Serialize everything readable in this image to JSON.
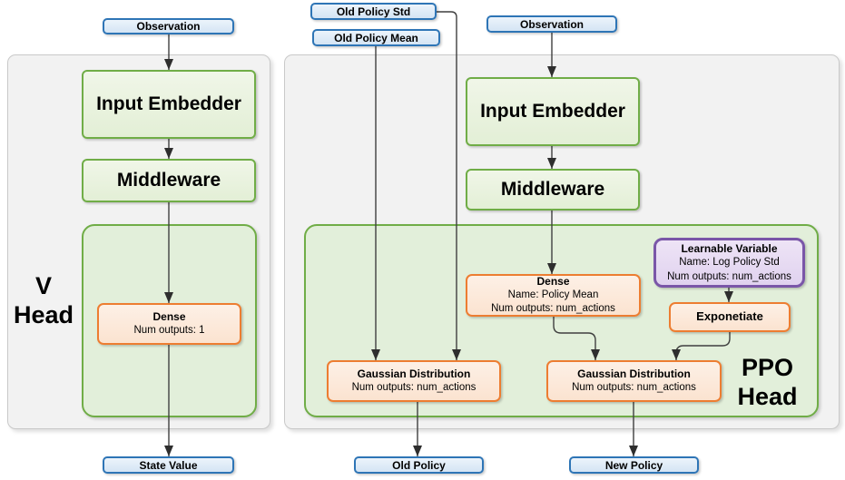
{
  "colors": {
    "blue_border": "#2E75B6",
    "blue_fill": "#DEEBF7",
    "green_border": "#70AD47",
    "green_fill": "#E2EFDA",
    "orange_border": "#ED7D31",
    "orange_fill": "#FBE5D6",
    "purple_border": "#7A56A8",
    "purple_fill": "#E6DAF2",
    "panel_fill": "#F2F2F2",
    "line_color": "#3F3F3F"
  },
  "v_head": {
    "label_line1": "V",
    "label_line2": "Head",
    "observation": "Observation",
    "input_embedder": "Input Embedder",
    "middleware": "Middleware",
    "dense": {
      "title": "Dense",
      "outputs": "Num outputs: 1"
    },
    "output": "State Value"
  },
  "ppo_head": {
    "label_line1": "PPO",
    "label_line2": "Head",
    "inputs": {
      "old_policy_std": "Old Policy Std",
      "old_policy_mean": "Old Policy Mean",
      "observation": "Observation"
    },
    "input_embedder": "Input Embedder",
    "middleware": "Middleware",
    "dense": {
      "title": "Dense",
      "name": "Name: Policy Mean",
      "outputs": "Num outputs: num_actions"
    },
    "learnable_variable": {
      "title": "Learnable Variable",
      "name": "Name: Log Policy Std",
      "outputs": "Num outputs: num_actions"
    },
    "exponetiate": "Exponetiate",
    "gaussian_old": {
      "title": "Gaussian Distribution",
      "outputs": "Num outputs: num_actions"
    },
    "gaussian_new": {
      "title": "Gaussian Distribution",
      "outputs": "Num outputs: num_actions"
    },
    "outputs": {
      "old_policy": "Old Policy",
      "new_policy": "New Policy"
    }
  }
}
